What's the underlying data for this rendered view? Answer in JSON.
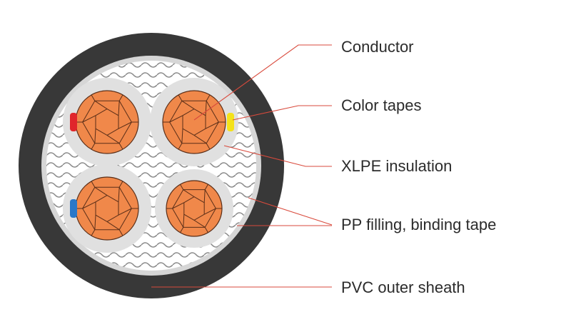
{
  "labels": {
    "conductor": "Conductor",
    "color_tapes": "Color tapes",
    "xlpe_insulation": "XLPE insulation",
    "pp_filling": "PP filling, binding tape",
    "pvc_sheath": "PVC outer sheath"
  },
  "colors": {
    "sheath": "#383838",
    "binding": "#d6d6d6",
    "filling_bg": "#ffffff",
    "filling_wave": "#8a8a8a",
    "insulation": "#e0e0e0",
    "copper": "#f0884a",
    "copper_lines": "#5a2e18",
    "tape_red": "#e0262b",
    "tape_yellow": "#f4e21a",
    "tape_blue": "#2a78c8",
    "leader": "#d94a3c",
    "text": "#2b2b2b"
  }
}
